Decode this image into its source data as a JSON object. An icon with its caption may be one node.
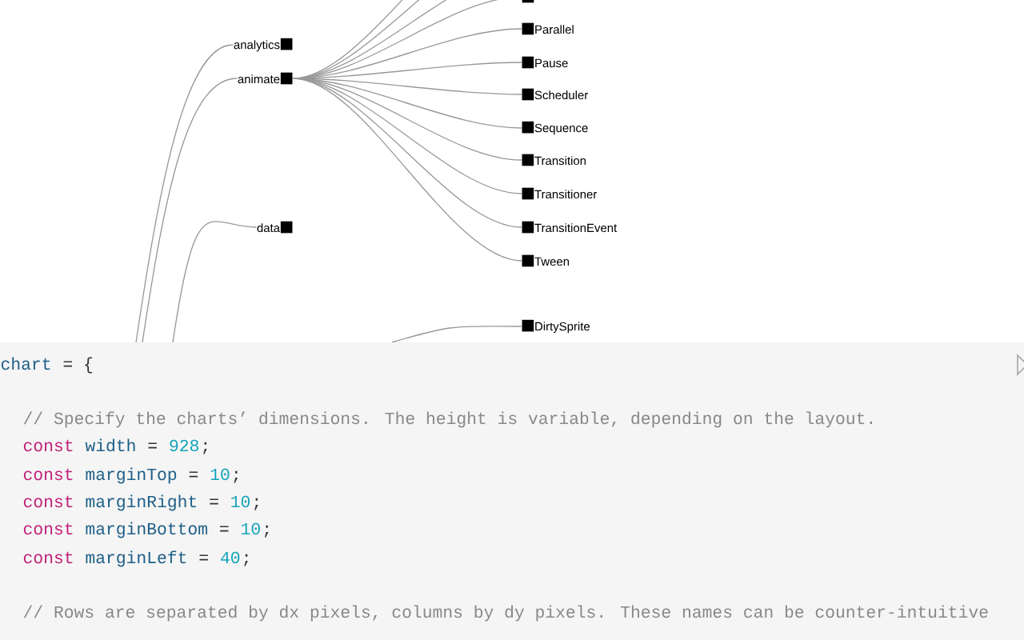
{
  "diagram": {
    "nodes": [
      {
        "text": [
          "analytics"
        ]
      },
      {
        "text": [
          "animate"
        ]
      },
      {
        "text": [
          "data"
        ]
      },
      {
        "text": [],
        "shape": "box"
      },
      {
        "text": [
          "Parallel"
        ]
      },
      {
        "text": [
          "Pause"
        ]
      },
      {
        "text": [
          "Scheduler"
        ]
      },
      {
        "text": [
          "Sequence"
        ]
      },
      {
        "text": [
          "Transition"
        ]
      },
      {
        "text": [
          "Transitioner"
        ]
      },
      {
        "text": [
          "TransitionEvent"
        ]
      },
      {
        "text": [
          "Tween"
        ]
      },
      {
        "text": [
          "DirtySprite"
        ]
      }
    ],
    "edges": [
      {
        "from": null,
        "to": 0,
        "arrow": "none"
      },
      {
        "from": null,
        "to": 1,
        "arrow": "none"
      },
      {
        "from": null,
        "to": 2,
        "arrow": "none"
      },
      {
        "from": 1,
        "to": null,
        "arrow": "none"
      },
      {
        "from": 1,
        "to": null,
        "arrow": "none"
      },
      {
        "from": 1,
        "to": null,
        "arrow": "none"
      },
      {
        "from": 1,
        "to": 3,
        "arrow": "none"
      },
      {
        "from": 1,
        "to": 4,
        "arrow": "none"
      },
      {
        "from": 1,
        "to": 5,
        "arrow": "none"
      },
      {
        "from": 1,
        "to": 6,
        "arrow": "none"
      },
      {
        "from": 1,
        "to": 7,
        "arrow": "none"
      },
      {
        "from": 1,
        "to": 8,
        "arrow": "none"
      },
      {
        "from": 1,
        "to": 9,
        "arrow": "none"
      },
      {
        "from": 1,
        "to": 10,
        "arrow": "none"
      },
      {
        "from": 1,
        "to": 11,
        "arrow": "none"
      },
      {
        "from": null,
        "to": 12,
        "arrow": "none"
      }
    ],
    "labels": [
      "chart",
      "= {",
      "// Specify the charts’ dimensions. The height is variable, depending on the layout.",
      "const",
      "width",
      "=",
      "928",
      ";",
      "const",
      "marginTop",
      "=",
      "10",
      ";",
      "const",
      "marginRight",
      "=",
      "10",
      ";",
      "const",
      "marginBottom",
      "=",
      "10",
      ";",
      "const",
      "marginLeft",
      "=",
      "40",
      ";",
      "// Rows are separated by dx pixels, columns by dy pixels. These names can be counter-intuitive"
    ]
  }
}
